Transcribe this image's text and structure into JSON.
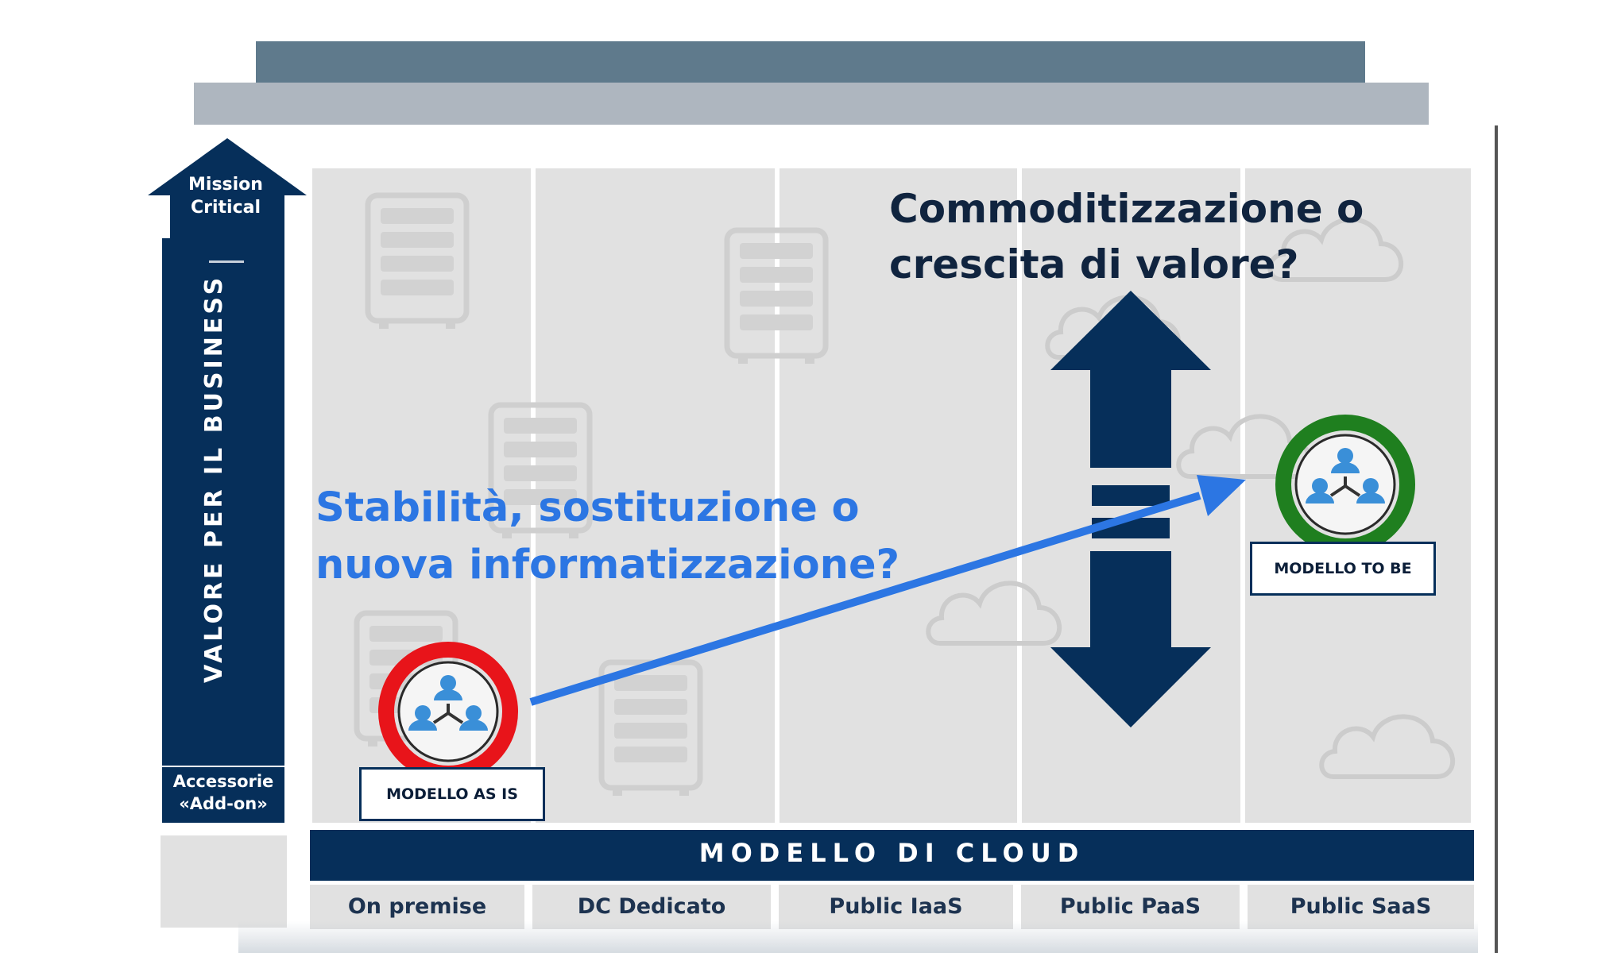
{
  "axis": {
    "top_label": "Mission Critical",
    "vertical_label": "VALORE PER IL BUSINESS",
    "bottom_label": "Accessorie «Add-on»"
  },
  "cloud": {
    "title": "MODELLO DI CLOUD",
    "categories": [
      "On premise",
      "DC Dedicato",
      "Public IaaS",
      "Public PaaS",
      "Public SaaS"
    ]
  },
  "questions": {
    "commoditization": "Commoditizzazione o crescita di valore?",
    "stability": "Stabilità, sostituzione o nuova informatizzazione?"
  },
  "models": {
    "as_is": {
      "label": "MODELLO AS IS",
      "ring_color": "#e8141a"
    },
    "to_be": {
      "label": "MODELLO TO BE",
      "ring_color": "#1f7f1f"
    }
  },
  "colors": {
    "navy": "#062f5a",
    "accent_blue": "#2c76e3",
    "panel_grey": "#e1e1e1"
  },
  "icons": [
    "server-icon",
    "cloud-icon",
    "team-network-icon"
  ]
}
